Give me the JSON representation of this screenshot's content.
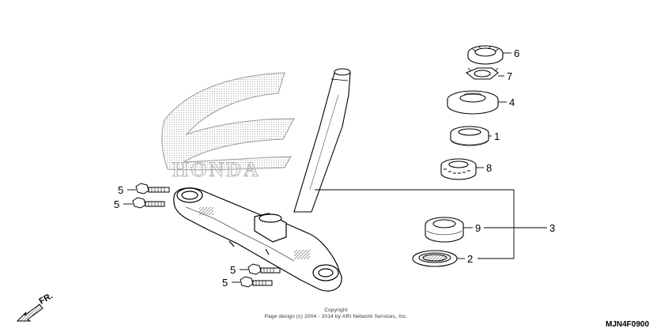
{
  "brand": {
    "watermark_text": "HONDA"
  },
  "direction_indicator": {
    "label": "FR."
  },
  "callouts": {
    "p1": "1",
    "p2": "2",
    "p3": "3",
    "p4": "4",
    "p5a": "5",
    "p5b": "5",
    "p5c": "5",
    "p5d": "5",
    "p6": "6",
    "p7": "7",
    "p8": "8",
    "p9": "9"
  },
  "footer": {
    "copyright_title": "Copyright",
    "copyright_notice": "Page design (c) 2004 - 2014 by ARI Network Services, Inc.",
    "figure_code": "MJN4F0900"
  },
  "colors": {
    "line": "#000000",
    "part_fill": "#ffffff",
    "shading": "#9a9a9a",
    "logo_dots": "#bcbcbc"
  }
}
